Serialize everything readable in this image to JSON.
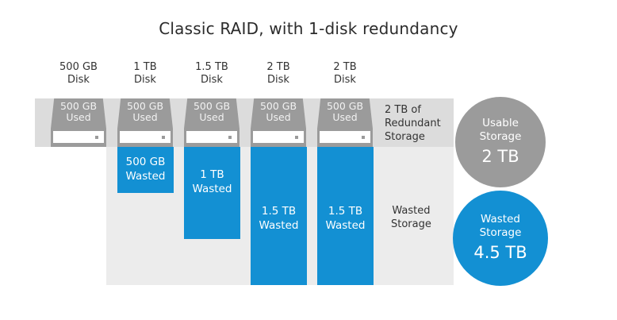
{
  "title": "Classic RAID, with 1-disk redundancy",
  "colors": {
    "used": "#9b9b9b",
    "wasted": "#1390d3",
    "band": "#dcdcdc",
    "panel": "#ececec"
  },
  "disks": [
    {
      "size_label": "500 GB",
      "kind_label": "Disk",
      "used_top": "500 GB",
      "used_bottom": "Used",
      "wasted_top": "",
      "wasted_bottom": "",
      "wasted_tb": 0
    },
    {
      "size_label": "1 TB",
      "kind_label": "Disk",
      "used_top": "500 GB",
      "used_bottom": "Used",
      "wasted_top": "500 GB",
      "wasted_bottom": "Wasted",
      "wasted_tb": 0.5
    },
    {
      "size_label": "1.5 TB",
      "kind_label": "Disk",
      "used_top": "500 GB",
      "used_bottom": "Used",
      "wasted_top": "1 TB",
      "wasted_bottom": "Wasted",
      "wasted_tb": 1.0
    },
    {
      "size_label": "2 TB",
      "kind_label": "Disk",
      "used_top": "500 GB",
      "used_bottom": "Used",
      "wasted_top": "1.5 TB",
      "wasted_bottom": "Wasted",
      "wasted_tb": 1.5
    },
    {
      "size_label": "2 TB",
      "kind_label": "Disk",
      "used_top": "500 GB",
      "used_bottom": "Used",
      "wasted_top": "1.5 TB",
      "wasted_bottom": "Wasted",
      "wasted_tb": 1.5
    }
  ],
  "redundant_label": {
    "line1": "2 TB of",
    "line2": "Redundant",
    "line3": "Storage"
  },
  "wasted_label": {
    "line1": "Wasted",
    "line2": "Storage"
  },
  "usable_circle": {
    "line1": "Usable",
    "line2": "Storage",
    "value": "2 TB"
  },
  "wasted_circle": {
    "line1": "Wasted",
    "line2": "Storage",
    "value": "4.5 TB"
  }
}
